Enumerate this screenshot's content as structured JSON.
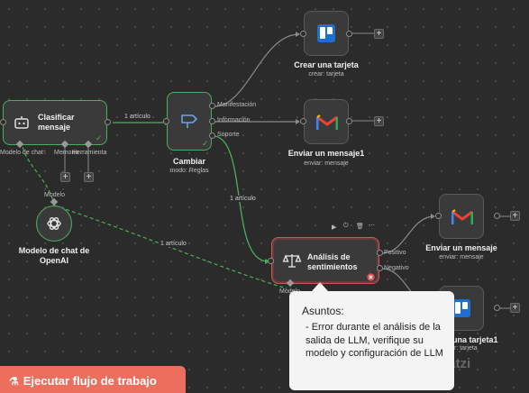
{
  "nodes": {
    "classify": {
      "title_line1": "Clasificar",
      "title_line2": "mensaje",
      "ports": [
        "Modelo de chat",
        "Memoria",
        "Herramienta"
      ],
      "required_marker": "*"
    },
    "switch": {
      "title": "Cambiar",
      "subtitle": "modo: Reglas",
      "outputs": [
        "Manifestación",
        "Información",
        "Soporte"
      ]
    },
    "trello1": {
      "title": "Crear una tarjeta",
      "subtitle": "crear: tarjeta"
    },
    "gmail1": {
      "title": "Enviar un mensaje1",
      "subtitle": "enviar: mensaje"
    },
    "openai": {
      "title_line1": "Modelo de chat de",
      "title_line2": "OpenAI",
      "port": "Modelo"
    },
    "sentiment": {
      "title_line1": "Análisis de",
      "title_line2": "sentimientos",
      "outputs": [
        "Positivo",
        "Negativo"
      ],
      "port": "Modelo"
    },
    "gmail2": {
      "title": "Enviar un mensaje",
      "subtitle": "enviar: mensaje"
    },
    "trello2": {
      "title": "una tarjeta1",
      "subtitle": "r: tarjeta"
    }
  },
  "edges": {
    "label_1": "1 artículo",
    "label_2": "1 artículo",
    "label_3": "1 artículo"
  },
  "tooltip": {
    "title": "Asuntos:",
    "body": "- Error durante el análisis de la salida de LLM, verifique su modelo y configuración de LLM"
  },
  "run_button": {
    "label": "Ejecutar flujo de trabajo"
  },
  "watermark": "Platzi",
  "colors": {
    "success": "#4cae5b",
    "error": "#c95a5a",
    "run": "#ec6f5e",
    "trello": "#1f6fd1",
    "gmail_red": "#ea4335"
  },
  "icons": {
    "classify": "robot-icon",
    "switch": "route-sign-icon",
    "trello": "trello-icon",
    "gmail": "gmail-icon",
    "openai": "openai-icon",
    "sentiment": "scales-icon",
    "error": "error-icon",
    "run": "flask-icon",
    "check": "check-icon"
  }
}
